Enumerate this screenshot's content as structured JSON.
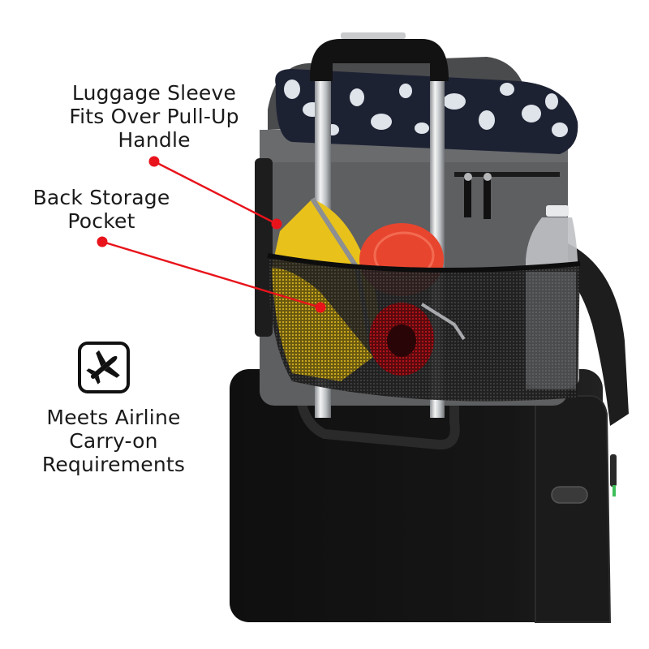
{
  "callouts": [
    {
      "id": "luggage-sleeve",
      "lines": [
        "Luggage Sleeve",
        "Fits Over Pull-Up",
        "Handle"
      ],
      "dot_start": [
        190,
        199
      ],
      "dot_end": [
        341,
        276
      ]
    },
    {
      "id": "back-storage-pocket",
      "lines": [
        "Back Storage",
        "Pocket"
      ],
      "dot_start": [
        126,
        298
      ],
      "dot_end": [
        395,
        379
      ]
    }
  ],
  "feature_badge": {
    "icon": "airplane-icon",
    "lines": [
      "Meets Airline",
      "Carry-on",
      "Requirements"
    ]
  },
  "colors": {
    "callout_red": "#e8131b",
    "text": "#1a1a1a",
    "bag_gray": "#5e5f61",
    "suitcase_black": "#141414",
    "mesh_black": "#202020",
    "yellow_item": "#e8c21a",
    "frisbee_red": "#e8452e",
    "leash_red": "#b3121a",
    "handle_silver": "#cfd1d3",
    "blanket_navy": "#1d2233",
    "blanket_white": "#dfe3ea"
  },
  "product": {
    "items": [
      "pull-up handle",
      "fleece blanket",
      "gray tote bag",
      "yellow coat",
      "red frisbee",
      "red leash",
      "water bottle",
      "mesh pocket",
      "shoulder strap",
      "rolling suitcase"
    ]
  }
}
